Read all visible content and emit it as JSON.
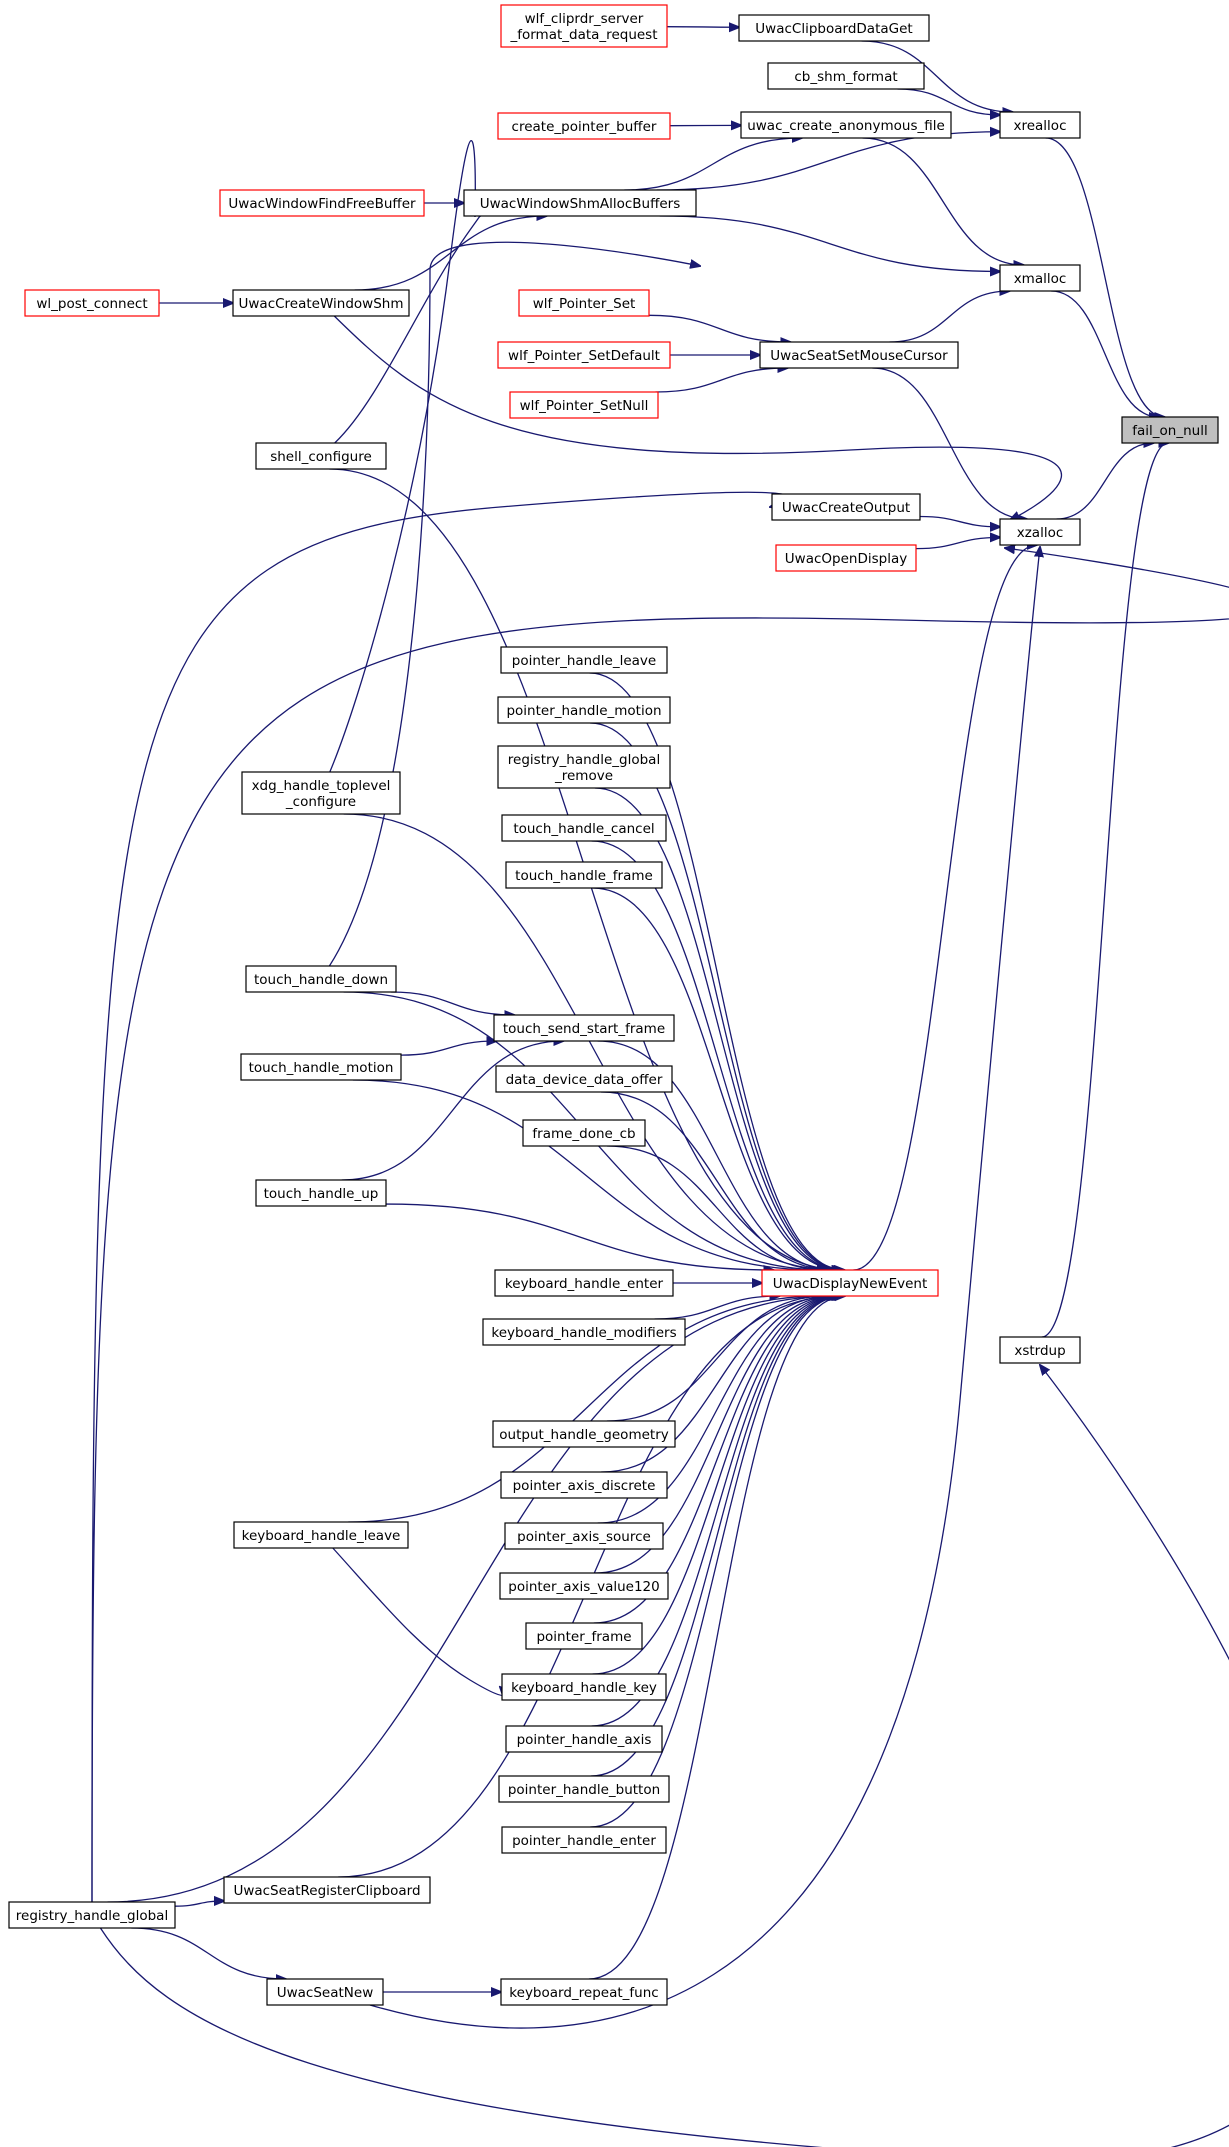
{
  "graph": {
    "colors": {
      "edge": "#191970",
      "red_border": "#ff0000",
      "black_border": "#000000",
      "root_fill": "#bfbfbf"
    },
    "nodes": [
      {
        "id": "fail_on_null",
        "lines": [
          "fail_on_null"
        ],
        "border": "black",
        "root": true
      },
      {
        "id": "xrealloc",
        "lines": [
          "xrealloc"
        ],
        "border": "black"
      },
      {
        "id": "xmalloc",
        "lines": [
          "xmalloc"
        ],
        "border": "black"
      },
      {
        "id": "xzalloc",
        "lines": [
          "xzalloc"
        ],
        "border": "black"
      },
      {
        "id": "xstrdup",
        "lines": [
          "xstrdup"
        ],
        "border": "black"
      },
      {
        "id": "UwacClipboardDataGet",
        "lines": [
          "UwacClipboardDataGet"
        ],
        "border": "black"
      },
      {
        "id": "cb_shm_format",
        "lines": [
          "cb_shm_format"
        ],
        "border": "black"
      },
      {
        "id": "uwac_create_anonymous_file",
        "lines": [
          "uwac_create_anonymous_file"
        ],
        "border": "black"
      },
      {
        "id": "UwacWindowShmAllocBuffers",
        "lines": [
          "UwacWindowShmAllocBuffers"
        ],
        "border": "black"
      },
      {
        "id": "UwacSeatSetMouseCursor",
        "lines": [
          "UwacSeatSetMouseCursor"
        ],
        "border": "black"
      },
      {
        "id": "UwacCreateOutput",
        "lines": [
          "UwacCreateOutput"
        ],
        "border": "black"
      },
      {
        "id": "UwacOpenDisplay",
        "lines": [
          "UwacOpenDisplay"
        ],
        "border": "red"
      },
      {
        "id": "UwacDisplayNewEvent",
        "lines": [
          "UwacDisplayNewEvent"
        ],
        "border": "red"
      },
      {
        "id": "wlf_cliprdr",
        "lines": [
          "wlf_cliprdr_server",
          "_format_data_request"
        ],
        "border": "red"
      },
      {
        "id": "create_pointer_buffer",
        "lines": [
          "create_pointer_buffer"
        ],
        "border": "red"
      },
      {
        "id": "UwacWindowFindFreeBuffer",
        "lines": [
          "UwacWindowFindFreeBuffer"
        ],
        "border": "red"
      },
      {
        "id": "UwacCreateWindowShm",
        "lines": [
          "UwacCreateWindowShm"
        ],
        "border": "black"
      },
      {
        "id": "wl_post_connect",
        "lines": [
          "wl_post_connect"
        ],
        "border": "red"
      },
      {
        "id": "wlf_Pointer_Set",
        "lines": [
          "wlf_Pointer_Set"
        ],
        "border": "red"
      },
      {
        "id": "wlf_Pointer_SetDefault",
        "lines": [
          "wlf_Pointer_SetDefault"
        ],
        "border": "red"
      },
      {
        "id": "wlf_Pointer_SetNull",
        "lines": [
          "wlf_Pointer_SetNull"
        ],
        "border": "red"
      },
      {
        "id": "shell_configure",
        "lines": [
          "shell_configure"
        ],
        "border": "black"
      },
      {
        "id": "pointer_handle_leave",
        "lines": [
          "pointer_handle_leave"
        ],
        "border": "black"
      },
      {
        "id": "pointer_handle_motion",
        "lines": [
          "pointer_handle_motion"
        ],
        "border": "black"
      },
      {
        "id": "registry_handle_global_remove",
        "lines": [
          "registry_handle_global",
          "_remove"
        ],
        "border": "black"
      },
      {
        "id": "xdg_handle_toplevel_configure",
        "lines": [
          "xdg_handle_toplevel",
          "_configure"
        ],
        "border": "black"
      },
      {
        "id": "touch_handle_cancel",
        "lines": [
          "touch_handle_cancel"
        ],
        "border": "black"
      },
      {
        "id": "touch_handle_frame",
        "lines": [
          "touch_handle_frame"
        ],
        "border": "black"
      },
      {
        "id": "touch_handle_down",
        "lines": [
          "touch_handle_down"
        ],
        "border": "black"
      },
      {
        "id": "touch_send_start_frame",
        "lines": [
          "touch_send_start_frame"
        ],
        "border": "black"
      },
      {
        "id": "touch_handle_motion",
        "lines": [
          "touch_handle_motion"
        ],
        "border": "black"
      },
      {
        "id": "data_device_data_offer",
        "lines": [
          "data_device_data_offer"
        ],
        "border": "black"
      },
      {
        "id": "frame_done_cb",
        "lines": [
          "frame_done_cb"
        ],
        "border": "black"
      },
      {
        "id": "touch_handle_up",
        "lines": [
          "touch_handle_up"
        ],
        "border": "black"
      },
      {
        "id": "keyboard_handle_enter",
        "lines": [
          "keyboard_handle_enter"
        ],
        "border": "black"
      },
      {
        "id": "keyboard_handle_modifiers",
        "lines": [
          "keyboard_handle_modifiers"
        ],
        "border": "black"
      },
      {
        "id": "output_handle_geometry",
        "lines": [
          "output_handle_geometry"
        ],
        "border": "black"
      },
      {
        "id": "pointer_axis_discrete",
        "lines": [
          "pointer_axis_discrete"
        ],
        "border": "black"
      },
      {
        "id": "keyboard_handle_leave",
        "lines": [
          "keyboard_handle_leave"
        ],
        "border": "black"
      },
      {
        "id": "pointer_axis_source",
        "lines": [
          "pointer_axis_source"
        ],
        "border": "black"
      },
      {
        "id": "pointer_axis_value120",
        "lines": [
          "pointer_axis_value120"
        ],
        "border": "black"
      },
      {
        "id": "pointer_frame",
        "lines": [
          "pointer_frame"
        ],
        "border": "black"
      },
      {
        "id": "keyboard_handle_key",
        "lines": [
          "keyboard_handle_key"
        ],
        "border": "black"
      },
      {
        "id": "pointer_handle_axis",
        "lines": [
          "pointer_handle_axis"
        ],
        "border": "black"
      },
      {
        "id": "pointer_handle_button",
        "lines": [
          "pointer_handle_button"
        ],
        "border": "black"
      },
      {
        "id": "pointer_handle_enter",
        "lines": [
          "pointer_handle_enter"
        ],
        "border": "black"
      },
      {
        "id": "UwacSeatRegisterClipboard",
        "lines": [
          "UwacSeatRegisterClipboard"
        ],
        "border": "black"
      },
      {
        "id": "registry_handle_global",
        "lines": [
          "registry_handle_global"
        ],
        "border": "black"
      },
      {
        "id": "UwacSeatNew",
        "lines": [
          "UwacSeatNew"
        ],
        "border": "black"
      },
      {
        "id": "keyboard_repeat_func",
        "lines": [
          "keyboard_repeat_func"
        ],
        "border": "black"
      }
    ],
    "edges": [
      {
        "from": "xrealloc",
        "to": "fail_on_null"
      },
      {
        "from": "xmalloc",
        "to": "fail_on_null"
      },
      {
        "from": "xzalloc",
        "to": "fail_on_null"
      },
      {
        "from": "xstrdup",
        "to": "fail_on_null"
      },
      {
        "from": "UwacClipboardDataGet",
        "to": "xrealloc"
      },
      {
        "from": "cb_shm_format",
        "to": "xrealloc"
      },
      {
        "from": "UwacWindowShmAllocBuffers",
        "to": "xrealloc"
      },
      {
        "from": "wlf_cliprdr",
        "to": "UwacClipboardDataGet"
      },
      {
        "from": "create_pointer_buffer",
        "to": "uwac_create_anonymous_file"
      },
      {
        "from": "UwacWindowShmAllocBuffers",
        "to": "uwac_create_anonymous_file"
      },
      {
        "from": "uwac_create_anonymous_file",
        "to": "xmalloc"
      },
      {
        "from": "UwacWindowShmAllocBuffers",
        "to": "xmalloc"
      },
      {
        "from": "UwacSeatSetMouseCursor",
        "to": "xmalloc"
      },
      {
        "from": "UwacWindowFindFreeBuffer",
        "to": "UwacWindowShmAllocBuffers"
      },
      {
        "from": "UwacCreateWindowShm",
        "to": "UwacWindowShmAllocBuffers"
      },
      {
        "from": "shell_configure",
        "to": "UwacWindowShmAllocBuffers"
      },
      {
        "from": "xdg_handle_toplevel_configure",
        "to": "UwacWindowShmAllocBuffers"
      },
      {
        "from": "touch_handle_down",
        "to": "xmalloc"
      },
      {
        "from": "wl_post_connect",
        "to": "UwacCreateWindowShm"
      },
      {
        "from": "wlf_Pointer_Set",
        "to": "UwacSeatSetMouseCursor"
      },
      {
        "from": "wlf_Pointer_SetDefault",
        "to": "UwacSeatSetMouseCursor"
      },
      {
        "from": "wlf_Pointer_SetNull",
        "to": "UwacSeatSetMouseCursor"
      },
      {
        "from": "UwacSeatSetMouseCursor",
        "to": "xzalloc"
      },
      {
        "from": "UwacCreateWindowShm",
        "to": "xzalloc"
      },
      {
        "from": "UwacCreateOutput",
        "to": "xzalloc"
      },
      {
        "from": "UwacOpenDisplay",
        "to": "xzalloc"
      },
      {
        "from": "registry_handle_global",
        "to": "xzalloc"
      },
      {
        "from": "UwacDisplayNewEvent",
        "to": "xzalloc"
      },
      {
        "from": "UwacSeatNew",
        "to": "xzalloc"
      },
      {
        "from": "registry_handle_global",
        "to": "UwacCreateOutput"
      },
      {
        "from": "registry_handle_global",
        "to": "xstrdup"
      },
      {
        "from": "shell_configure",
        "to": "UwacDisplayNewEvent"
      },
      {
        "from": "pointer_handle_leave",
        "to": "UwacDisplayNewEvent"
      },
      {
        "from": "pointer_handle_motion",
        "to": "UwacDisplayNewEvent"
      },
      {
        "from": "registry_handle_global_remove",
        "to": "UwacDisplayNewEvent"
      },
      {
        "from": "touch_handle_cancel",
        "to": "UwacDisplayNewEvent"
      },
      {
        "from": "touch_handle_frame",
        "to": "UwacDisplayNewEvent"
      },
      {
        "from": "xdg_handle_toplevel_configure",
        "to": "UwacDisplayNewEvent"
      },
      {
        "from": "touch_handle_down",
        "to": "UwacDisplayNewEvent"
      },
      {
        "from": "touch_handle_down",
        "to": "touch_send_start_frame"
      },
      {
        "from": "touch_handle_motion",
        "to": "touch_send_start_frame"
      },
      {
        "from": "touch_handle_up",
        "to": "touch_send_start_frame"
      },
      {
        "from": "touch_send_start_frame",
        "to": "UwacDisplayNewEvent"
      },
      {
        "from": "touch_handle_motion",
        "to": "UwacDisplayNewEvent"
      },
      {
        "from": "data_device_data_offer",
        "to": "UwacDisplayNewEvent"
      },
      {
        "from": "frame_done_cb",
        "to": "UwacDisplayNewEvent"
      },
      {
        "from": "touch_handle_up",
        "to": "UwacDisplayNewEvent"
      },
      {
        "from": "keyboard_handle_enter",
        "to": "UwacDisplayNewEvent"
      },
      {
        "from": "keyboard_handle_modifiers",
        "to": "UwacDisplayNewEvent"
      },
      {
        "from": "keyboard_handle_leave",
        "to": "UwacDisplayNewEvent"
      },
      {
        "from": "output_handle_geometry",
        "to": "UwacDisplayNewEvent"
      },
      {
        "from": "pointer_axis_discrete",
        "to": "UwacDisplayNewEvent"
      },
      {
        "from": "pointer_axis_source",
        "to": "UwacDisplayNewEvent"
      },
      {
        "from": "pointer_axis_value120",
        "to": "UwacDisplayNewEvent"
      },
      {
        "from": "pointer_frame",
        "to": "UwacDisplayNewEvent"
      },
      {
        "from": "keyboard_handle_leave",
        "to": "keyboard_handle_key"
      },
      {
        "from": "keyboard_handle_key",
        "to": "UwacDisplayNewEvent"
      },
      {
        "from": "pointer_handle_axis",
        "to": "UwacDisplayNewEvent"
      },
      {
        "from": "pointer_handle_button",
        "to": "UwacDisplayNewEvent"
      },
      {
        "from": "pointer_handle_enter",
        "to": "UwacDisplayNewEvent"
      },
      {
        "from": "UwacSeatRegisterClipboard",
        "to": "UwacDisplayNewEvent"
      },
      {
        "from": "registry_handle_global",
        "to": "UwacSeatRegisterClipboard"
      },
      {
        "from": "registry_handle_global",
        "to": "UwacDisplayNewEvent"
      },
      {
        "from": "registry_handle_global",
        "to": "UwacSeatNew"
      },
      {
        "from": "UwacSeatNew",
        "to": "keyboard_repeat_func"
      },
      {
        "from": "keyboard_repeat_func",
        "to": "UwacDisplayNewEvent"
      }
    ]
  }
}
